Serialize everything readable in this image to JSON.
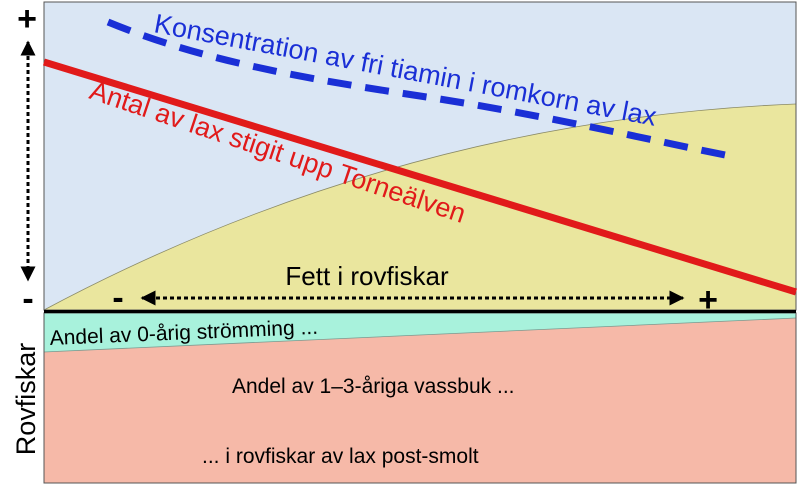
{
  "upper_panel": {
    "y_axis_plus": "+",
    "y_axis_minus": "-",
    "x_axis_minus": "-",
    "x_axis_plus": "+",
    "x_axis_label": "Fett i rovfiskar",
    "series": {
      "thiamine_label": "Konsentration av fri tiamin i romkorn av lax",
      "salmon_label": "Antal av lax stigit upp Torneälven"
    },
    "colors": {
      "background": "#dae6f4",
      "fat_area": "#eae69e",
      "thiamine_line": "#1a2fd6",
      "salmon_line": "#e11a1a"
    }
  },
  "lower_panel": {
    "side_label": "Rovfiskar",
    "herring_label": "Andel av 0-årig strömming ...",
    "sprat_label": "Andel av 1–3-åriga vassbuk ...",
    "postsmolt_label": "... i rovfiskar av lax post-smolt",
    "colors": {
      "herring_band": "#a8f2dc",
      "sprat_area": "#f6b9a8"
    }
  }
}
